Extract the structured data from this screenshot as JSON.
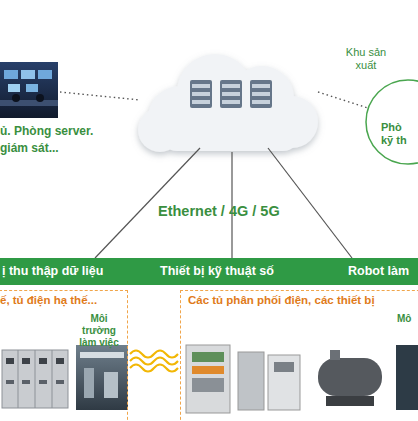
{
  "diagram": {
    "nodes": [
      {
        "text": [
          "Khu sản xuất",
          "Phò kỹ th"
        ]
      },
      {
        "text": [
          "ị thu thập dữ liệu",
          "Thiết bị kỹ thuật số",
          "Robot làm"
        ]
      },
      {
        "text": [
          "ế, tủ điện hạ thế...",
          "Môi trường làm việc"
        ]
      },
      {
        "text": [
          "Các tủ phân phối điện, các thiết bị",
          "Mô"
        ]
      }
    ],
    "labels": [
      "ủ. Phòng server.",
      "giám sát...",
      "Ethernet / 4G / 5G"
    ]
  }
}
